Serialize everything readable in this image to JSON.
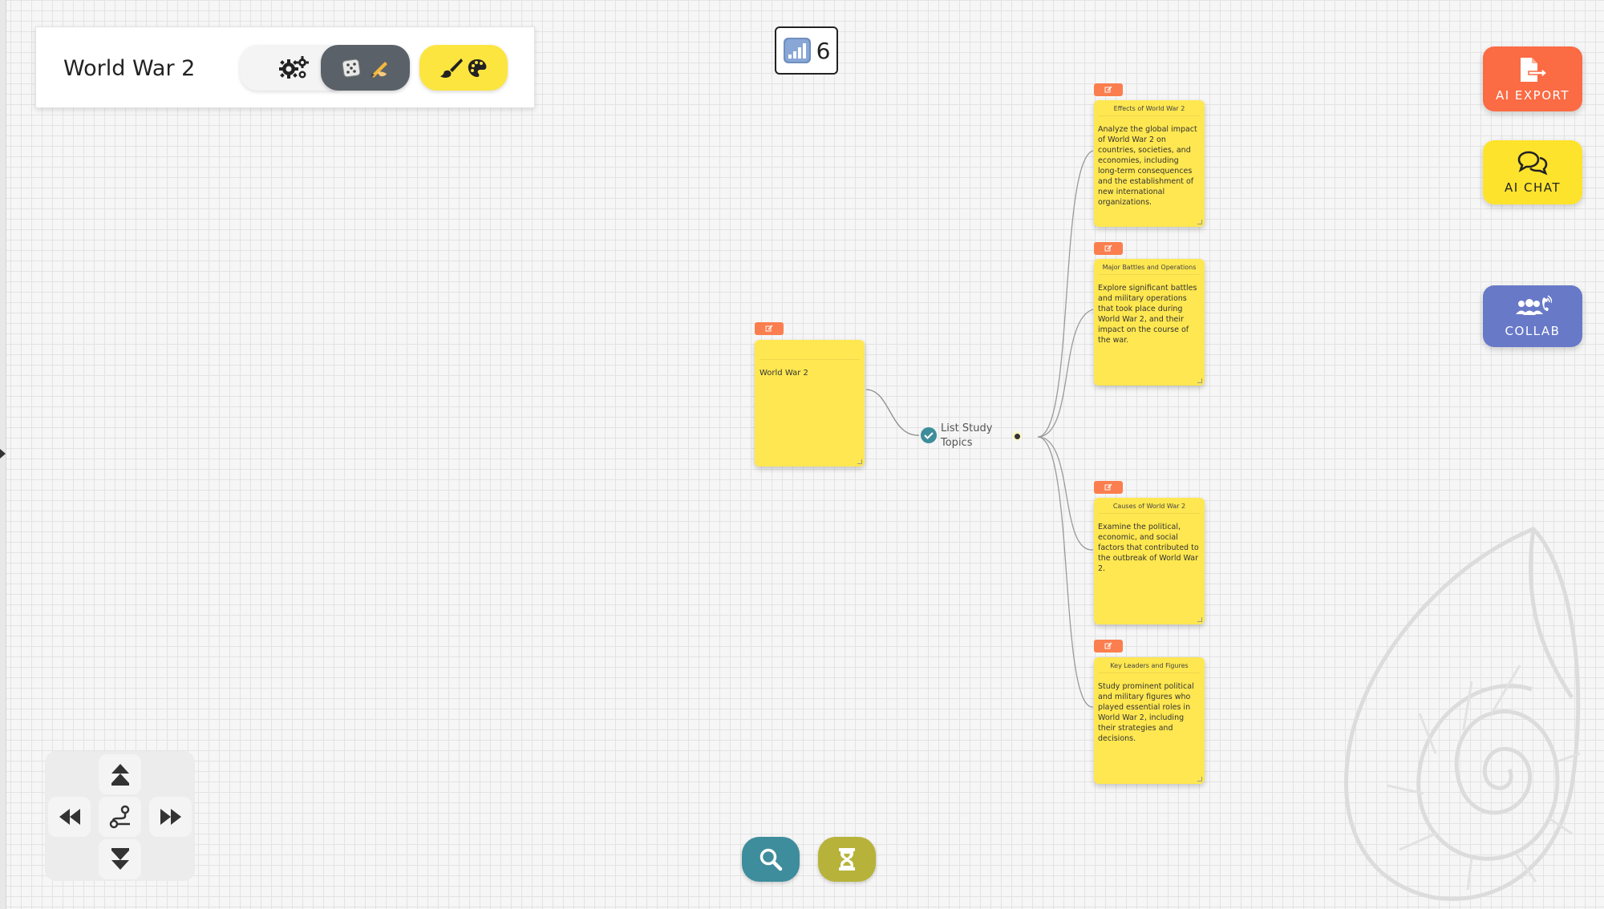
{
  "app": {
    "title": "World War 2"
  },
  "toolbar": {
    "settings_icon": "gears-icon",
    "random_icons": [
      "dice-icon",
      "writing-hand-icon"
    ],
    "theme_icons": [
      "paintbrush-icon",
      "palette-icon"
    ]
  },
  "counter": {
    "icon": "signal-bars-icon",
    "value": "6"
  },
  "side_actions": {
    "export_label": "AI EXPORT",
    "chat_label": "AI CHAT",
    "collab_label": "COLLAB"
  },
  "root_node": {
    "text": "World War 2"
  },
  "process": {
    "label_line1": "List Study",
    "label_line2": "Topics",
    "status_icon": "check-circle-icon"
  },
  "topic_nodes": [
    {
      "title": "Effects of World War 2",
      "body": "Analyze the global impact of World War 2 on countries, societies, and economies, including long-term consequences and the establishment of new international organizations."
    },
    {
      "title": "Major Battles and Operations",
      "body": "Explore significant battles and military operations that took place during World War 2, and their impact on the course of the war."
    },
    {
      "title": "Causes of World War 2",
      "body": "Examine the political, economic, and social factors that contributed to the outbreak of World War 2."
    },
    {
      "title": "Key Leaders and Figures",
      "body": "Study prominent political and military figures who played essential roles in World War 2, including their strategies and decisions."
    }
  ],
  "colors": {
    "note_yellow": "#fee750",
    "edit_tab_orange": "#fb7e4e",
    "export_orange": "#fb6b44",
    "chat_yellow": "#fde32c",
    "collab_blue": "#6879c8",
    "search_teal": "#3e8d9c",
    "timer_olive": "#b7b33a"
  }
}
